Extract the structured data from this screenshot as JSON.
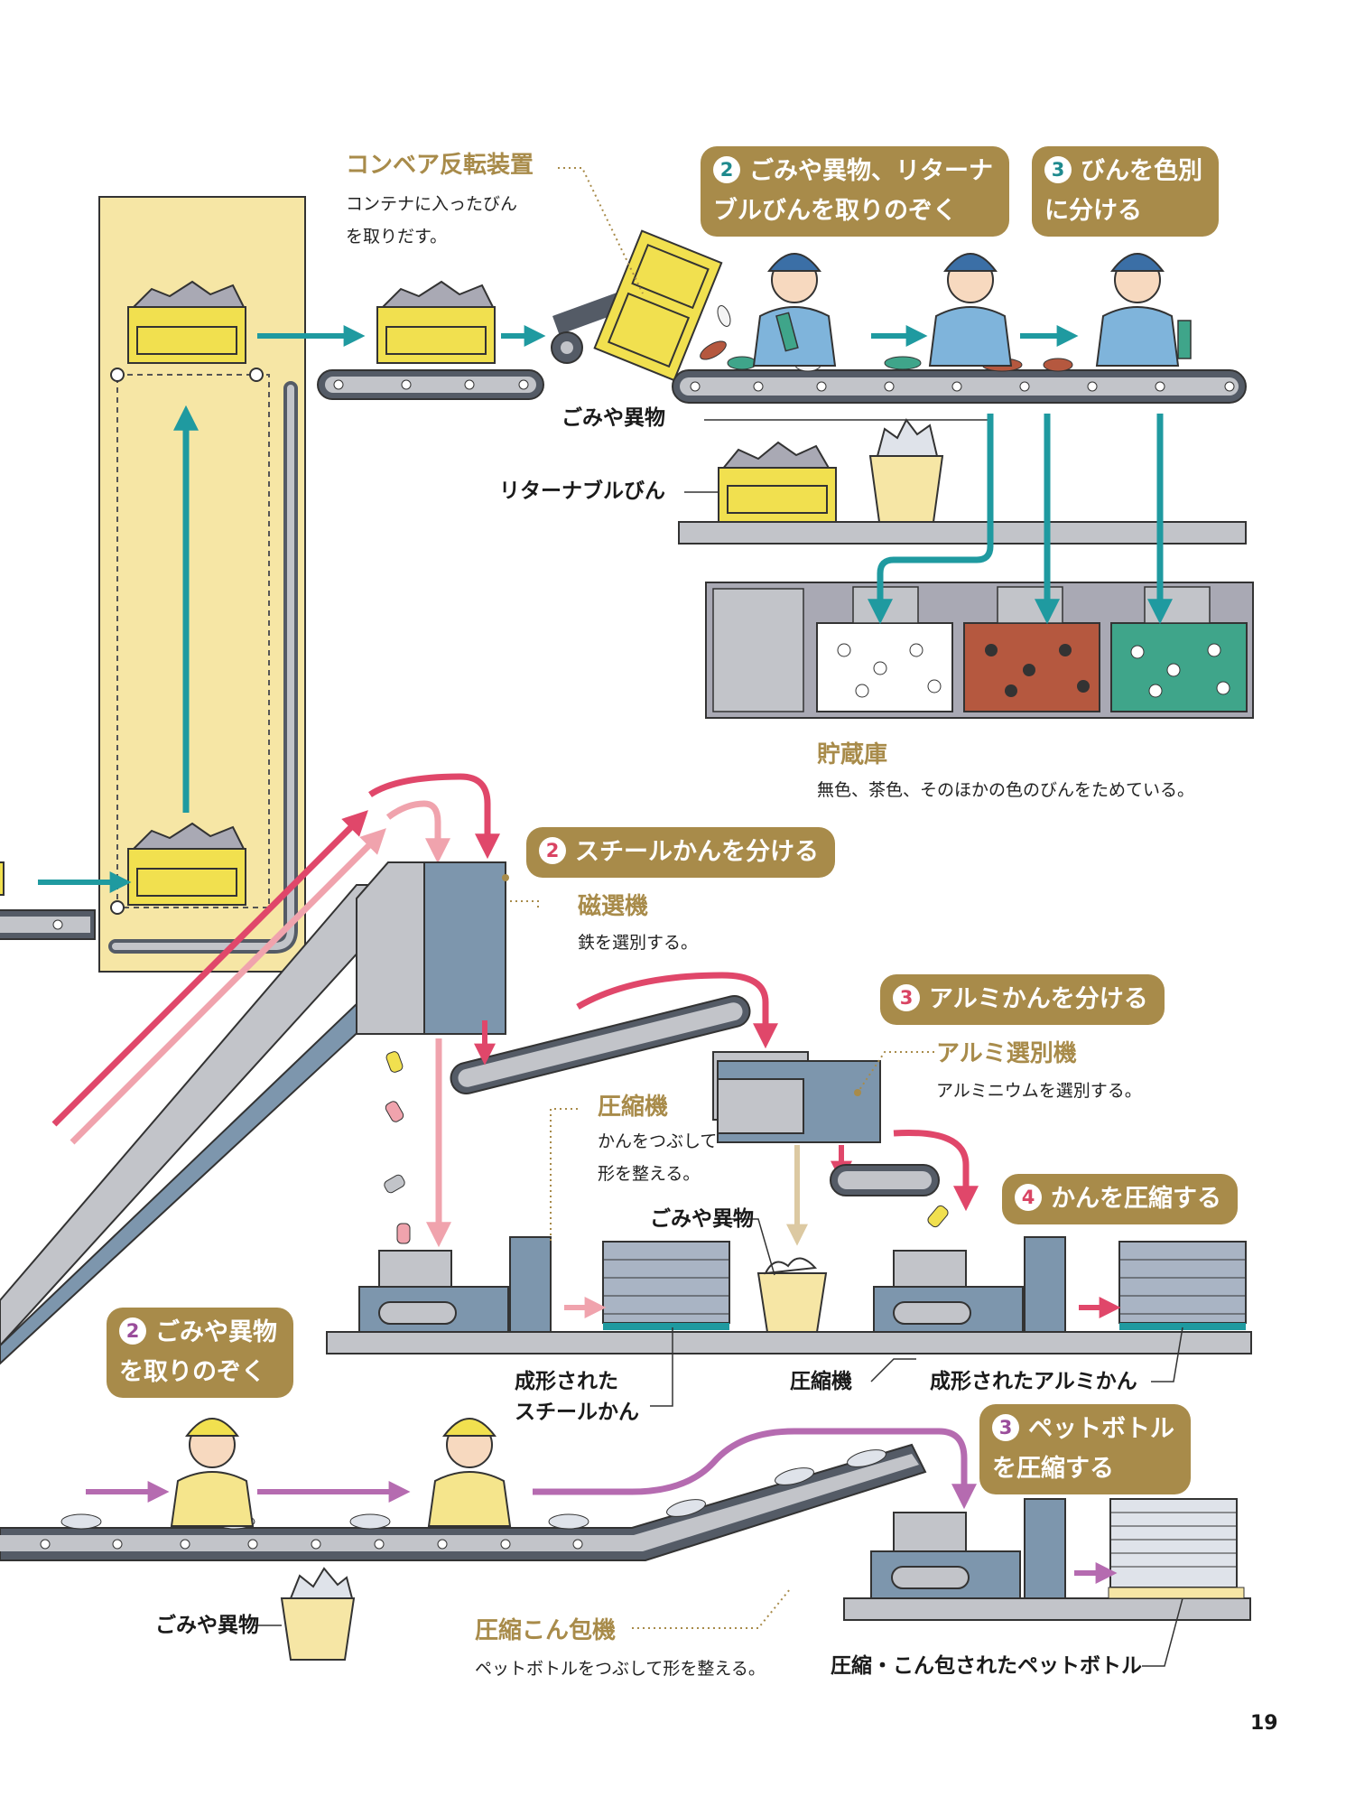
{
  "glass": {
    "conveyor_flipper": {
      "title": "コンベア反転装置",
      "desc1": "コンテナに入ったびん",
      "desc2": "を取りだす。"
    },
    "step2": {
      "num": "2",
      "line1": "ごみや異物、リターナ",
      "line2": "ブルびんを取りのぞく"
    },
    "step3": {
      "num": "3",
      "line1": "びんを色別",
      "line2": "に分ける"
    },
    "trash_label": "ごみや異物",
    "returnable_label": "リターナブルびん",
    "storage": {
      "title": "貯蔵庫",
      "desc": "無色、茶色、そのほかの色のびんをためている。"
    }
  },
  "cans": {
    "step2": {
      "num": "2",
      "text": "スチールかんを分ける"
    },
    "magnet": {
      "title": "磁選機",
      "desc": "鉄を選別する。"
    },
    "step3": {
      "num": "3",
      "text": "アルミかんを分ける"
    },
    "alu_sorter": {
      "title": "アルミ選別機",
      "desc": "アルミニウムを選別する。"
    },
    "compressor": {
      "title": "圧縮機",
      "desc1": "かんをつぶして",
      "desc2": "形を整える。"
    },
    "trash_label": "ごみや異物",
    "step4": {
      "num": "4",
      "text": "かんを圧縮する"
    },
    "steel_formed": {
      "line1": "成形された",
      "line2": "スチールかん"
    },
    "compressor_label": "圧縮機",
    "alu_formed": "成形されたアルミかん"
  },
  "pet": {
    "step2": {
      "num": "2",
      "line1": "ごみや異物",
      "line2": "を取りのぞく"
    },
    "step3": {
      "num": "3",
      "line1": "ペットボトル",
      "line2": "を圧縮する"
    },
    "trash_label": "ごみや異物",
    "baler": {
      "title": "圧縮こん包機",
      "desc": "ペットボトルをつぶして形を整える。"
    },
    "baled": "圧縮・こん包されたペットボトル"
  },
  "page_number": "19",
  "colors": {
    "gold": "#a88b4a",
    "teal": "#1f9aa0",
    "red": "#e0476a",
    "pink": "#f0a3ad",
    "purple": "#b56bb0",
    "tan": "#dcc9a2",
    "belt": "#545b66",
    "machine": "#7d96ad",
    "machine_light": "#c2c4c9",
    "shaft_yellow": "#f6e6a5",
    "crate_yellow": "#f1e04f",
    "worker_blue": "#7fb4db",
    "worker_yellow": "#f5e58c"
  }
}
